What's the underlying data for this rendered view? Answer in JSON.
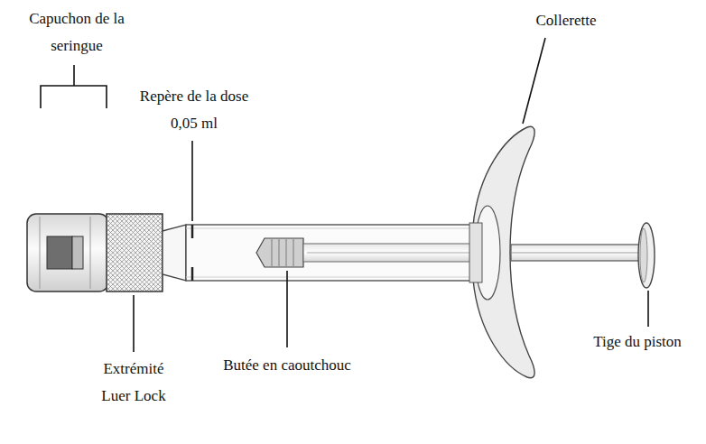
{
  "diagram": {
    "labels": [
      "Capuchon de la seringue",
      "Repère de la dose 0,05 ml",
      "Collerette",
      "Butée en caoutchouc",
      "Extrémité Luer Lock",
      "Tige du piston"
    ]
  }
}
